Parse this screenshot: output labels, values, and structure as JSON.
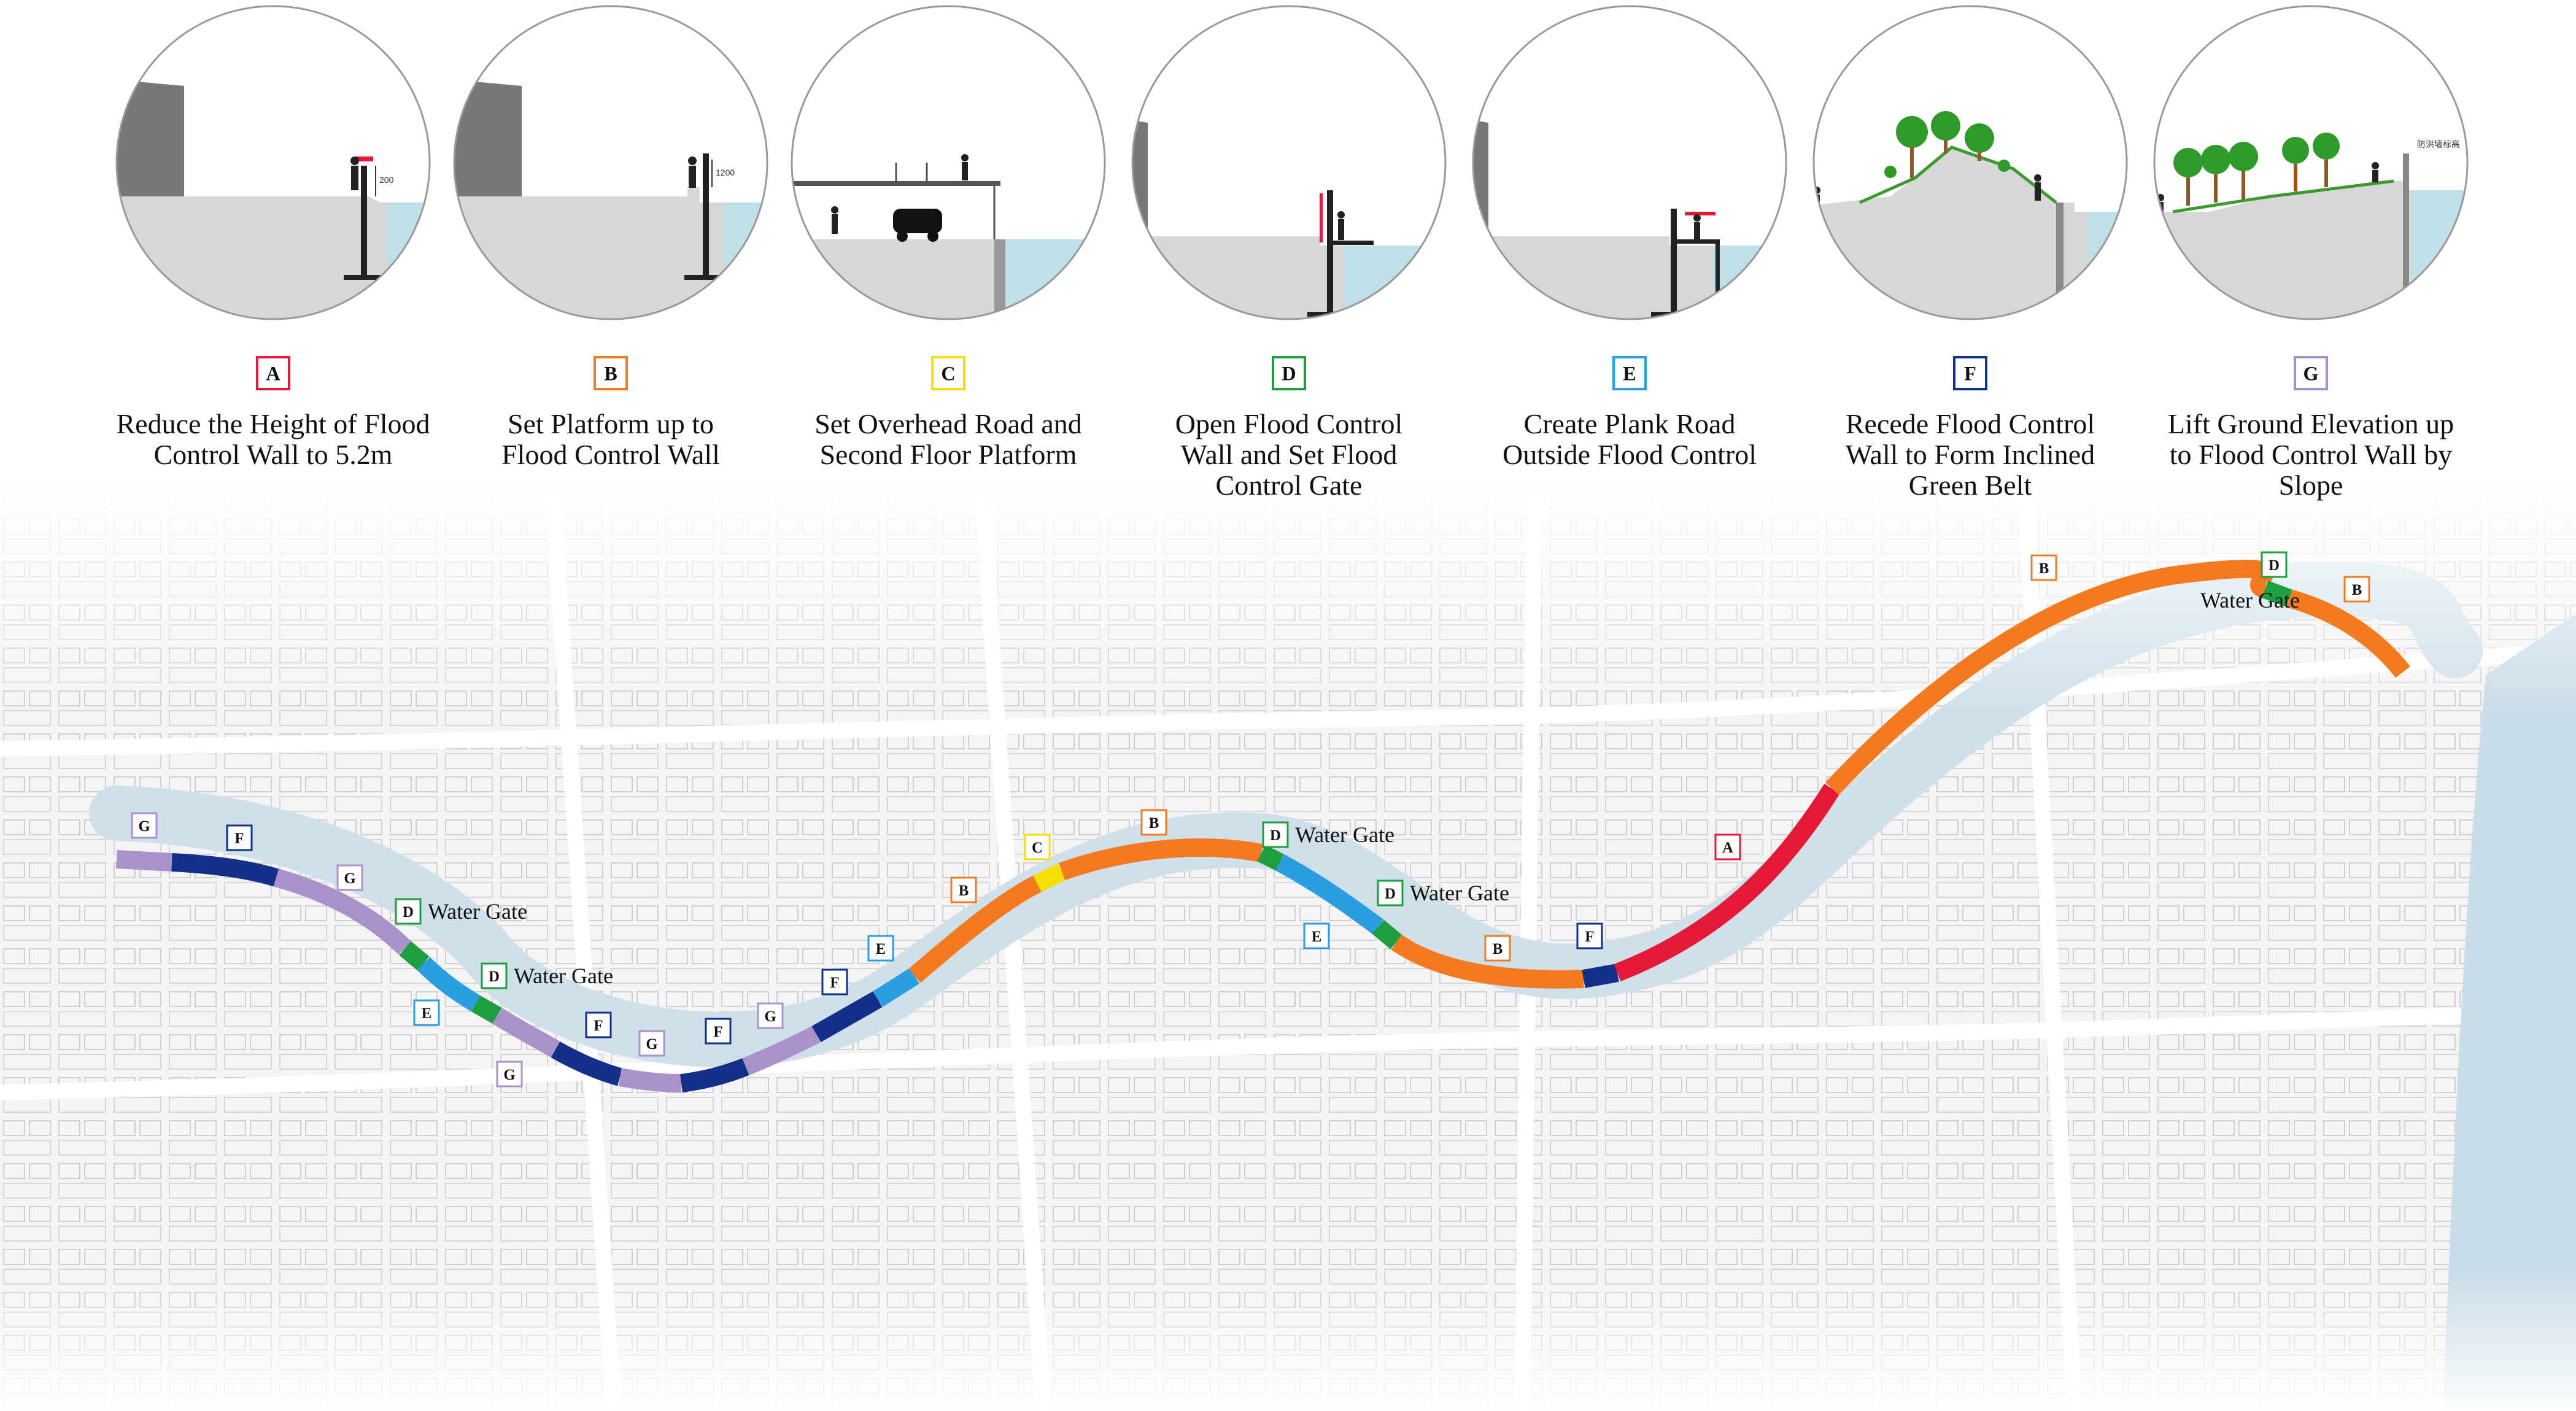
{
  "colors": {
    "A": "#e31937",
    "B": "#f47a20",
    "C": "#f3e000",
    "D": "#1e9e3e",
    "E": "#2a9ee0",
    "F": "#12308a",
    "G": "#a991c9",
    "water": "#bfe0e8",
    "ground": "#d7d7d7"
  },
  "sections": [
    {
      "key": "A",
      "caption": [
        "Reduce the Height of Flood",
        "Control Wall to 5.2m"
      ],
      "icon": "section-lowered-wall-icon"
    },
    {
      "key": "B",
      "caption": [
        "Set Platform up to",
        "Flood Control Wall"
      ],
      "icon": "section-platform-icon"
    },
    {
      "key": "C",
      "caption": [
        "Set Overhead Road and",
        "Second Floor Platform"
      ],
      "icon": "section-overhead-road-icon"
    },
    {
      "key": "D",
      "caption": [
        "Open Flood Control",
        "Wall and Set Flood",
        "Control Gate"
      ],
      "icon": "section-flood-gate-icon"
    },
    {
      "key": "E",
      "caption": [
        "Create Plank Road",
        "Outside Flood Control"
      ],
      "icon": "section-plank-road-icon"
    },
    {
      "key": "F",
      "caption": [
        "Recede Flood Control",
        "Wall to Form Inclined",
        "Green Belt"
      ],
      "icon": "section-inclined-green-belt-icon"
    },
    {
      "key": "G",
      "caption": [
        "Lift Ground Elevation up",
        "to Flood Control Wall by",
        "Slope"
      ],
      "icon": "section-slope-elevation-icon"
    }
  ],
  "section_marks": {
    "A": "200",
    "B": "1200",
    "G": "防洪墙标高"
  },
  "map_labels": [
    {
      "letter": "G"
    },
    {
      "letter": "F"
    },
    {
      "letter": "G"
    },
    {
      "letter": "D",
      "gate": "Water Gate"
    },
    {
      "letter": "D",
      "gate": "Water Gate"
    },
    {
      "letter": "E"
    },
    {
      "letter": "G"
    },
    {
      "letter": "F"
    },
    {
      "letter": "G"
    },
    {
      "letter": "F"
    },
    {
      "letter": "G"
    },
    {
      "letter": "F"
    },
    {
      "letter": "E"
    },
    {
      "letter": "B"
    },
    {
      "letter": "C"
    },
    {
      "letter": "B"
    },
    {
      "letter": "D",
      "gate": "Water Gate"
    },
    {
      "letter": "E"
    },
    {
      "letter": "D",
      "gate": "Water Gate"
    },
    {
      "letter": "B"
    },
    {
      "letter": "F"
    },
    {
      "letter": "A"
    },
    {
      "letter": "B"
    },
    {
      "letter": "D",
      "gate": "Water Gate"
    },
    {
      "letter": "B"
    }
  ]
}
